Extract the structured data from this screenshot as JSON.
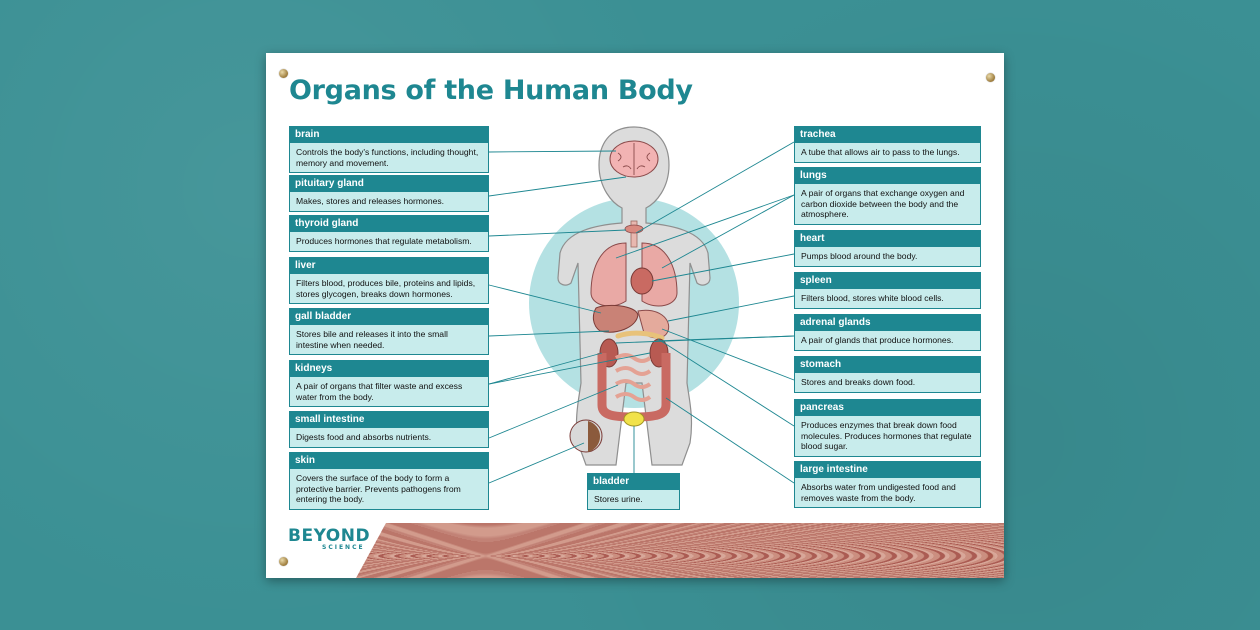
{
  "title": "Organs of the Human Body",
  "colors": {
    "accent": "#1e8791",
    "box_fill": "#c8ecec",
    "background": "#3b9094"
  },
  "left_labels": [
    {
      "key": "brain",
      "name": "brain",
      "desc": "Controls the body's functions, including thought, memory and movement."
    },
    {
      "key": "pituitary",
      "name": "pituitary gland",
      "desc": "Makes, stores and releases hormones."
    },
    {
      "key": "thyroid",
      "name": "thyroid gland",
      "desc": "Produces hormones that regulate metabolism."
    },
    {
      "key": "liver",
      "name": "liver",
      "desc": "Filters blood, produces bile, proteins and lipids, stores glycogen, breaks down hormones."
    },
    {
      "key": "gallbladder",
      "name": "gall bladder",
      "desc": "Stores bile and releases it into the small intestine when needed."
    },
    {
      "key": "kidneys",
      "name": "kidneys",
      "desc": "A pair of organs that filter waste and excess water from the body."
    },
    {
      "key": "smallintestine",
      "name": "small intestine",
      "desc": "Digests food and absorbs nutrients."
    },
    {
      "key": "skin",
      "name": "skin",
      "desc": "Covers the surface of the body to form a protective barrier. Prevents pathogens from entering the body."
    }
  ],
  "right_labels": [
    {
      "key": "trachea",
      "name": "trachea",
      "desc": "A tube that allows air to pass to the lungs."
    },
    {
      "key": "lungs",
      "name": "lungs",
      "desc": "A pair of organs that exchange oxygen and carbon dioxide between the body and the atmosphere."
    },
    {
      "key": "heart",
      "name": "heart",
      "desc": "Pumps blood around the body."
    },
    {
      "key": "spleen",
      "name": "spleen",
      "desc": "Filters blood, stores white blood cells."
    },
    {
      "key": "adrenal",
      "name": "adrenal glands",
      "desc": "A pair of glands that produce hormones."
    },
    {
      "key": "stomach",
      "name": "stomach",
      "desc": "Stores and breaks down food."
    },
    {
      "key": "pancreas",
      "name": "pancreas",
      "desc": "Produces enzymes that break down food molecules. Produces hormones that regulate blood sugar."
    },
    {
      "key": "largeintestine",
      "name": "large intestine",
      "desc": "Absorbs water from undigested food and removes waste from the body."
    }
  ],
  "bottom_label": {
    "key": "bladder",
    "name": "bladder",
    "desc": "Stores urine."
  },
  "logo": {
    "main": "BEYOND",
    "sub": "SCIENCE"
  }
}
